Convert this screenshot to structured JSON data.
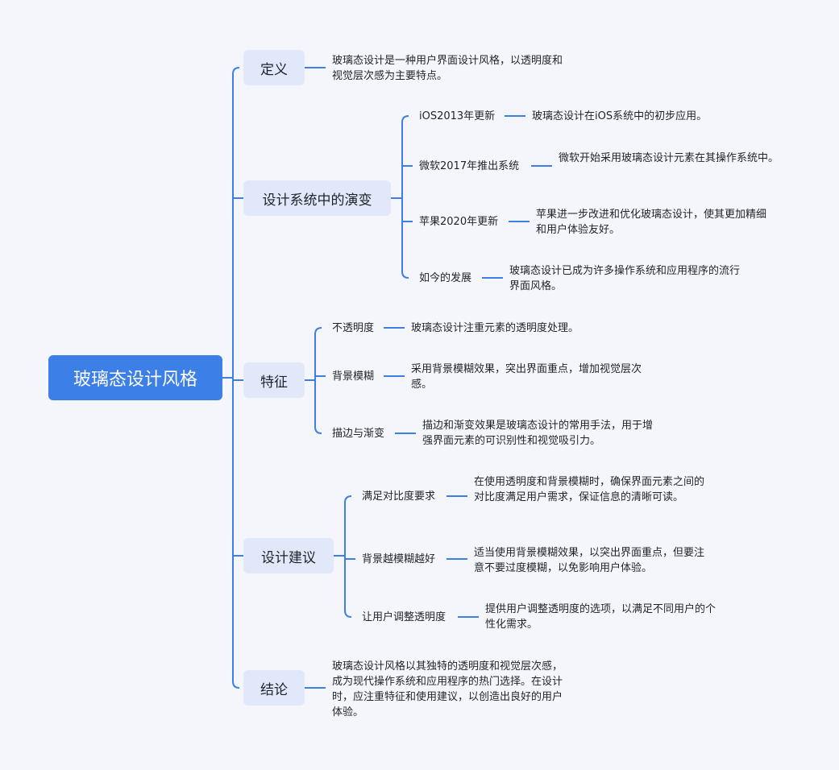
{
  "colors": {
    "background": "#f5f6fb",
    "root_fill": "#3c7fe6",
    "branch_fill": "#e0e8fa",
    "line": "#3c7fe6"
  },
  "root": {
    "label": "玻璃态设计风格"
  },
  "branches": [
    {
      "label": "定义",
      "note": "玻璃态设计是一种用户界面设计风格，以透明度和视觉层次感为主要特点。"
    },
    {
      "label": "设计系统中的演变",
      "children": [
        {
          "label": "iOS2013年更新",
          "desc": "玻璃态设计在iOS系统中的初步应用。"
        },
        {
          "label": "微软2017年推出系统",
          "desc": "微软开始采用玻璃态设计元素在其操作系统中。"
        },
        {
          "label": "苹果2020年更新",
          "desc": "苹果进一步改进和优化玻璃态设计，使其更加精细和用户体验友好。"
        },
        {
          "label": "如今的发展",
          "desc": "玻璃态设计已成为许多操作系统和应用程序的流行界面风格。"
        }
      ]
    },
    {
      "label": "特征",
      "children": [
        {
          "label": "不透明度",
          "desc": "玻璃态设计注重元素的透明度处理。"
        },
        {
          "label": "背景模糊",
          "desc": "采用背景模糊效果，突出界面重点，增加视觉层次感。"
        },
        {
          "label": "描边与渐变",
          "desc": "描边和渐变效果是玻璃态设计的常用手法，用于增强界面元素的可识别性和视觉吸引力。"
        }
      ]
    },
    {
      "label": "设计建议",
      "children": [
        {
          "label": "满足对比度要求",
          "desc": "在使用透明度和背景模糊时，确保界面元素之间的对比度满足用户需求，保证信息的清晰可读。"
        },
        {
          "label": "背景越模糊越好",
          "desc": "适当使用背景模糊效果，以突出界面重点，但要注意不要过度模糊，以免影响用户体验。"
        },
        {
          "label": "让用户调整透明度",
          "desc": "提供用户调整透明度的选项，以满足不同用户的个性化需求。"
        }
      ]
    },
    {
      "label": "结论",
      "note": "玻璃态设计风格以其独特的透明度和视觉层次感，成为现代操作系统和应用程序的热门选择。在设计时，应注重特征和使用建议，以创造出良好的用户体验。"
    }
  ]
}
